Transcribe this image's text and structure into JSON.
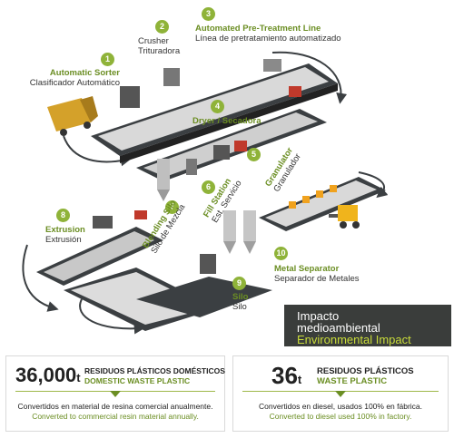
{
  "steps": [
    {
      "num": "1",
      "en": "Automatic Sorter",
      "es": "Clasificador Automático"
    },
    {
      "num": "2",
      "en": "Crusher",
      "es": "Trituradora"
    },
    {
      "num": "3",
      "en": "Automated Pre-Treatment Line",
      "es": "Línea de pretratamiento automatizado"
    },
    {
      "num": "4",
      "en": "Dryer / Secadora",
      "es": ""
    },
    {
      "num": "5",
      "en": "Granulator",
      "es": "Granulador"
    },
    {
      "num": "6",
      "en": "Fill Station",
      "es": "Est. Servicio"
    },
    {
      "num": "7",
      "en": "Blending Silo",
      "es": "Silo de Mezcla"
    },
    {
      "num": "8",
      "en": "Extrusion",
      "es": "Extrusión"
    },
    {
      "num": "9",
      "en": "Silo",
      "es": "Silo"
    },
    {
      "num": "10",
      "en": "Metal Separator",
      "es": "Separador de Metales"
    }
  ],
  "impact": {
    "line1": "Impacto",
    "line2": "medioambiental",
    "line3": "Environmental Impact"
  },
  "stats": [
    {
      "value": "36,000",
      "unit": "t",
      "title_es": "RESIDUOS PLÁSTICOS DOMÉSTICOS",
      "title_en": "DOMESTIC WASTE PLASTIC",
      "desc_es": "Convertidos en material de resina comercial anualmente.",
      "desc_en": "Converted to commercial resin material annually."
    },
    {
      "value": "36",
      "unit": "t",
      "title_es": "RESIDUOS PLÁSTICOS",
      "title_en": "WASTE PLASTIC",
      "desc_es": "Convertidos en diesel, usados 100% en fábrica.",
      "desc_en": "Converted to diesel used 100% in factory."
    }
  ],
  "colors": {
    "accent_green": "#8fb339",
    "label_green": "#6b8e23",
    "impact_bg": "#3a3d3b",
    "impact_highlight": "#c9dc3a",
    "conveyor_dark": "#3b3f42"
  }
}
